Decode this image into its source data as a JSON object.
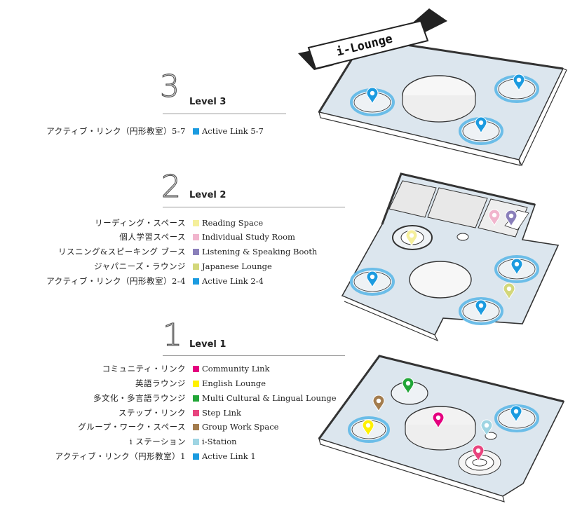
{
  "banner": {
    "label": "i-Lounge"
  },
  "levels": [
    {
      "num": "3",
      "title": "Level 3",
      "items": [
        {
          "jp": "アクティブ・リンク（円形教室）5-7",
          "en": "Active Link 5-7",
          "color": "#1b9be0"
        }
      ]
    },
    {
      "num": "2",
      "title": "Level 2",
      "items": [
        {
          "jp": "リーディング・スペース",
          "en": "Reading Space",
          "color": "#f5ef9b"
        },
        {
          "jp": "個人学習スペース",
          "en": "Individual Study Room",
          "color": "#f1b5cd"
        },
        {
          "jp": "リスニング&スピーキング ブース",
          "en": "Listening & Speaking Booth",
          "color": "#8a7fba"
        },
        {
          "jp": "ジャパニーズ・ラウンジ",
          "en": "Japanese Lounge",
          "color": "#d3d77a"
        },
        {
          "jp": "アクティブ・リンク（円形教室）2-4",
          "en": "Active Link 2-4",
          "color": "#1b9be0"
        }
      ]
    },
    {
      "num": "1",
      "title": "Level 1",
      "items": [
        {
          "jp": "コミュニティ・リンク",
          "en": "Community Link",
          "color": "#e4007f"
        },
        {
          "jp": "英語ラウンジ",
          "en": "English Lounge",
          "color": "#fff100"
        },
        {
          "jp": "多文化・多言語ラウンジ",
          "en": "Multi Cultural & Lingual Lounge",
          "color": "#22a638"
        },
        {
          "jp": "ステップ・リンク",
          "en": "Step Link",
          "color": "#e8447e"
        },
        {
          "jp": "グループ・ワーク・スペース",
          "en": "Group Work Space",
          "color": "#a37c4d"
        },
        {
          "jp": "i ステーション",
          "en": "i-Station",
          "color": "#9fd5e3"
        },
        {
          "jp": "アクティブ・リンク（円形教室）1",
          "en": "Active Link 1",
          "color": "#1b9be0"
        }
      ]
    }
  ]
}
